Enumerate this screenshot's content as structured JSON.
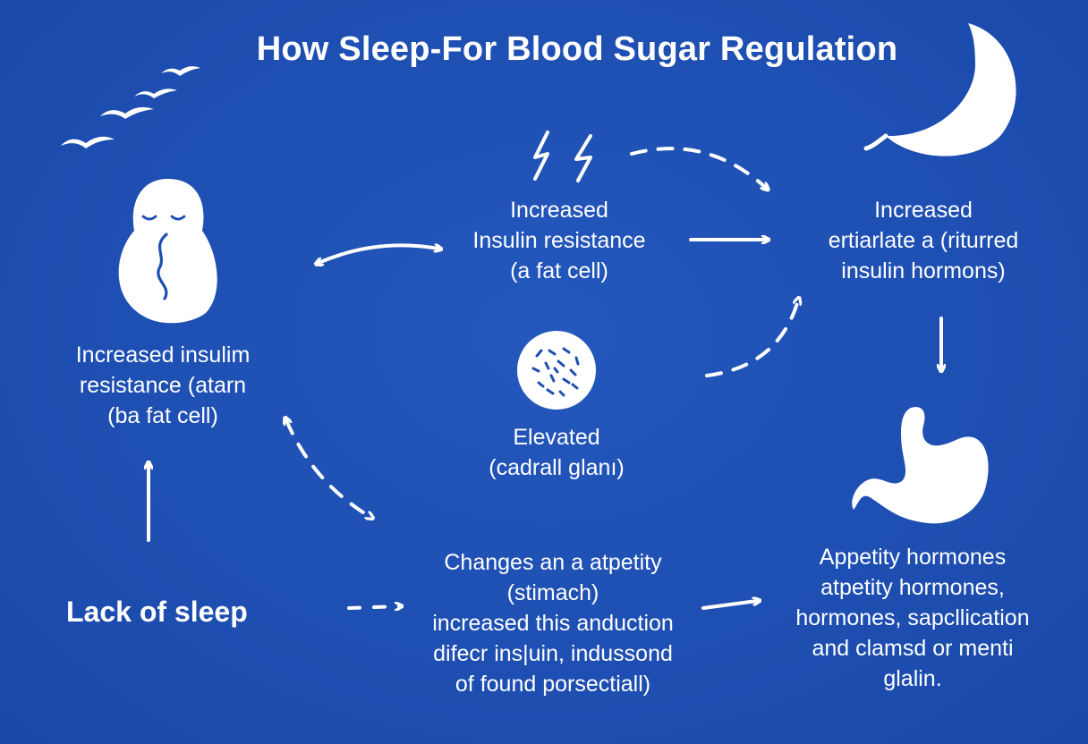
{
  "title": "How Sleep-For Blood Sugar Regulation",
  "nodes": {
    "person": {
      "lines": [
        "Increased insulim",
        "resistance (atarn",
        "(ba fat cell)"
      ]
    },
    "insulin_center": {
      "lines": [
        "Increased",
        "Insulin resistance",
        "(a fat cell)"
      ]
    },
    "insulin_right": {
      "lines": [
        "Increased",
        "ertiarlate a (riturred",
        "insulin hormons)"
      ]
    },
    "elevated": {
      "lines": [
        "Elevated",
        "(cadrall glanı)"
      ]
    },
    "lack_of_sleep": {
      "label": "Lack of sleep"
    },
    "appetite_changes": {
      "lines": [
        "Changes an a atpetity",
        "(stimach)",
        "increased this anduction",
        "difecr ins|uin, indussond",
        "of found porsectiall)"
      ]
    },
    "appetite_hormones": {
      "lines": [
        "Appetity hormones",
        "atpetity hormones,",
        "hormones, sapcllication",
        "and clamsd or menti",
        "glalin."
      ]
    }
  },
  "icons": [
    "birds-icon",
    "sleeping-figure-icon",
    "lightning-icon",
    "moon-icon",
    "cell-icon",
    "stomach-icon"
  ],
  "colors": {
    "background": "#1d4fb1",
    "foreground": "#ffffff"
  }
}
